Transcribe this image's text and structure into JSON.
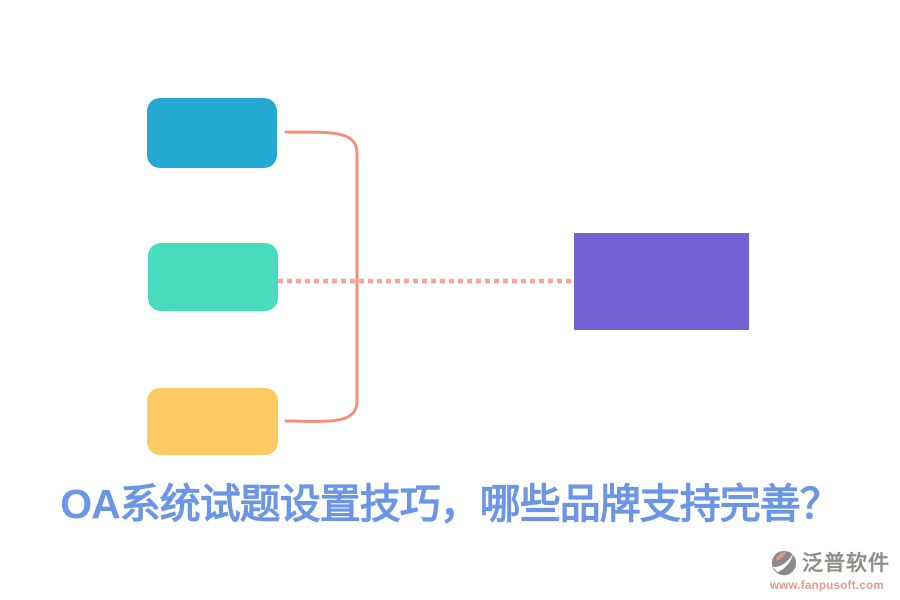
{
  "diagram": {
    "nodes": [
      {
        "id": "node-top",
        "color": "#25A8D1"
      },
      {
        "id": "node-middle",
        "color": "#47DCBD"
      },
      {
        "id": "node-bottom",
        "color": "#FDCA61"
      },
      {
        "id": "node-result",
        "color": "#7561D6"
      }
    ],
    "connector_color": "#F2907C"
  },
  "caption": {
    "text": "OA系统试题设置技巧，哪些品牌支持完善？",
    "color": "#6B96E5"
  },
  "footer": {
    "icon": "fanpu-logo-icon",
    "brand_name": "泛普软件",
    "brand_name_color": "#8F8E87",
    "brand_url": "www.fanpusoft.com",
    "brand_url_color": "#E29A8B",
    "icon_gray": "#8A8A8A",
    "icon_accent": "#E8927E"
  }
}
